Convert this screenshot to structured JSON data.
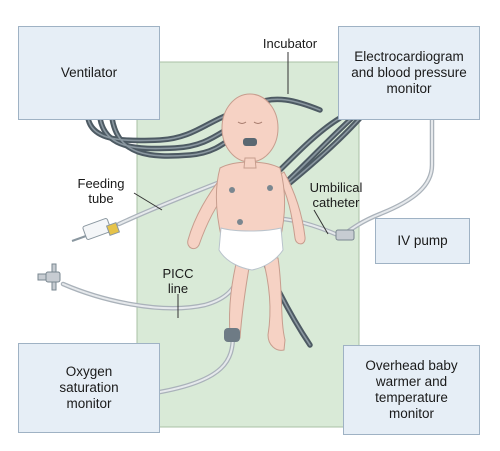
{
  "devices": {
    "ventilator": "Ventilator",
    "ecg_monitor": "Electrocardiogram\nand blood pressure\nmonitor",
    "iv_pump": "IV pump",
    "oxygen_monitor": "Oxygen\nsaturation\nmonitor",
    "warmer_monitor": "Overhead baby\nwarmer and\ntemperature\nmonitor"
  },
  "labels": {
    "incubator": "Incubator",
    "feeding_tube": "Feeding\ntube",
    "umbilical_catheter": "Umbilical\ncatheter",
    "picc_line": "PICC\nline"
  },
  "colors": {
    "incubator_fill": "#d9ead7",
    "device_fill": "#e6eef6",
    "skin": "#f6d2c4",
    "cable": "#5a6872",
    "tube": "#c7ccd2"
  }
}
